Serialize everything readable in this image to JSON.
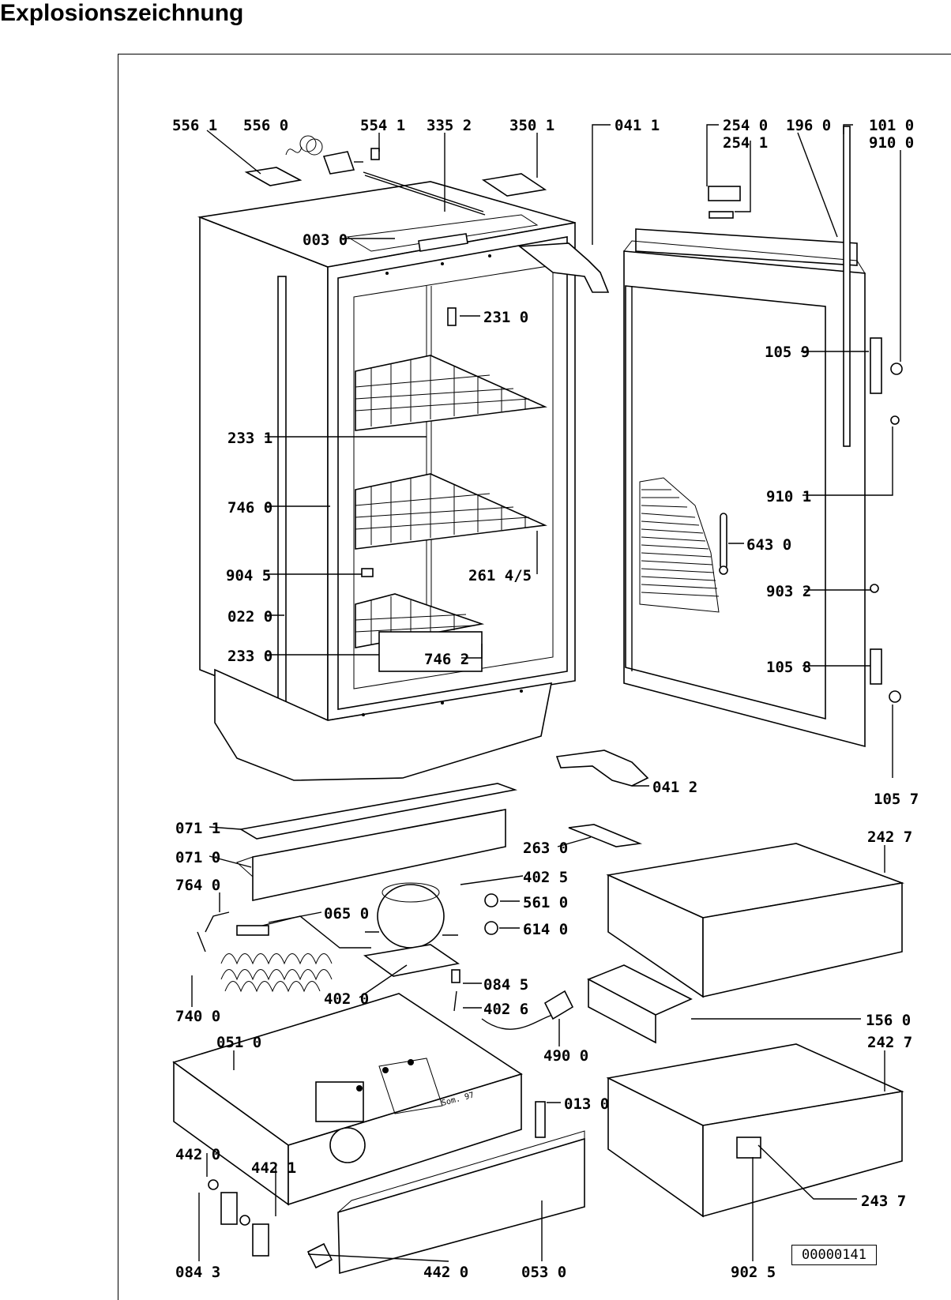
{
  "title": "Explosionszeichnung",
  "reference_number": "00000141",
  "drawing_note": "Som. 97",
  "part_labels": {
    "p556_1": "556 1",
    "p556_0": "556 0",
    "p554_1": "554 1",
    "p335_2": "335 2",
    "p350_1": "350 1",
    "p041_1": "041 1",
    "p254_0": "254 0",
    "p254_1": "254 1",
    "p196_0": "196 0",
    "p101_0": "101 0",
    "p910_0": "910 0",
    "p003_0": "003 0",
    "p231_0": "231 0",
    "p105_9": "105 9",
    "p233_1": "233 1",
    "p910_1": "910 1",
    "p746_0": "746 0",
    "p643_0": "643 0",
    "p904_5": "904 5",
    "p261_45": "261 4/5",
    "p903_2": "903 2",
    "p022_0": "022 0",
    "p233_0": "233 0",
    "p746_2": "746 2",
    "p105_8": "105 8",
    "p041_2": "041 2",
    "p105_7": "105 7",
    "p071_1": "071 1",
    "p263_0": "263 0",
    "p242_7a": "242 7",
    "p071_0": "071 0",
    "p402_5": "402 5",
    "p764_0": "764 0",
    "p561_0": "561 0",
    "p065_0": "065 0",
    "p614_0": "614 0",
    "p084_5": "084 5",
    "p402_0": "402 0",
    "p402_6": "402 6",
    "p740_0": "740 0",
    "p156_0": "156 0",
    "p051_0": "051 0",
    "p490_0": "490 0",
    "p242_7b": "242 7",
    "p013_0": "013 0",
    "p442_0a": "442 0",
    "p442_1": "442 1",
    "p243_7": "243 7",
    "p084_3": "084 3",
    "p442_0b": "442 0",
    "p053_0": "053 0",
    "p902_5": "902 5"
  }
}
